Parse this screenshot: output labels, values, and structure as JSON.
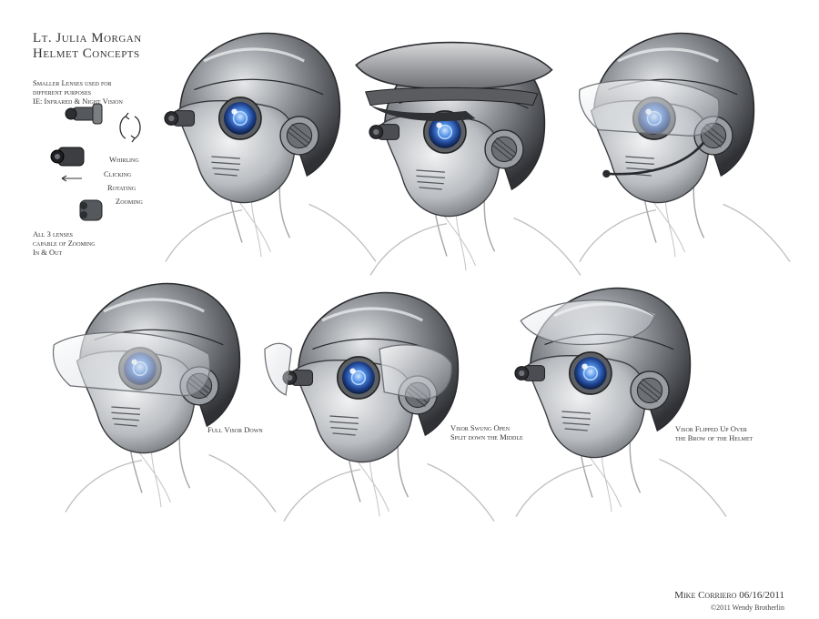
{
  "title_lines": [
    "Lt. Julia Morgan",
    "Helmet Concepts"
  ],
  "lens_note": [
    "Smaller Lenses used for",
    "different purposes",
    "IE: Infrared & Night Vision"
  ],
  "lens_actions": {
    "whirling": "Whirling",
    "clicking": "Clicking",
    "rotating": "Rotating",
    "zooming": "Zooming"
  },
  "zoom_note": [
    "All 3 lenses",
    "capable of Zooming",
    "In & Out"
  ],
  "captions": {
    "full_visor": "Full Visor Down",
    "swung_open": [
      "Visor Swung Open",
      "Split down the Middle"
    ],
    "flipped_up": [
      "Visor Flipped Up Over",
      "the Brow of the Helmet"
    ]
  },
  "signature": "Mike Corriero 06/16/2011",
  "copyright": "©2011 Wendy Brotherlin",
  "colors": {
    "helmet_dark": "#3d3f44",
    "helmet_mid": "#8a8d93",
    "helmet_light": "#d9dbde",
    "eye_blue": "#2f6fd0",
    "eye_glow": "#9cc8ff",
    "sketch": "#b9b9b9"
  }
}
